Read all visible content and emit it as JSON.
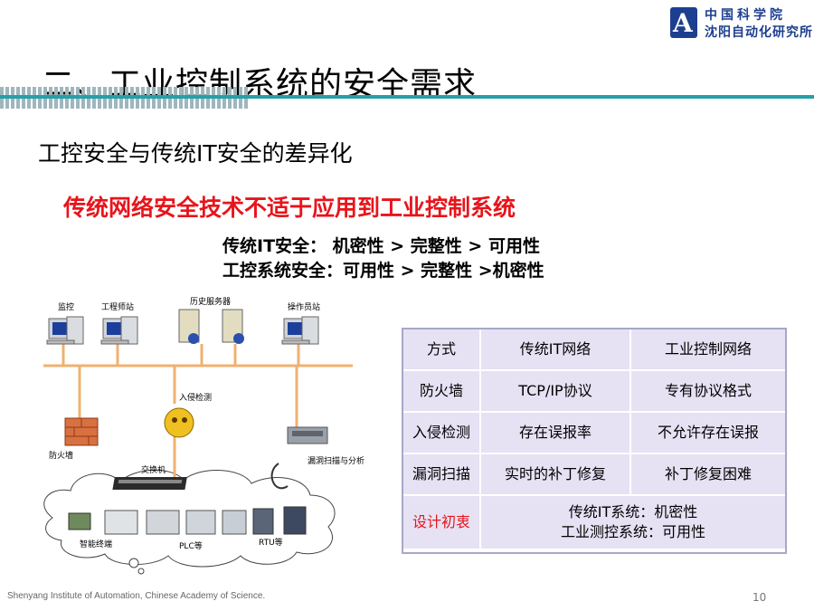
{
  "logo": {
    "line1": "中国科学院",
    "line2": "沈阳自动化研究所",
    "mark": "A"
  },
  "title": "二、工业控制系统的安全需求",
  "subtitle": "工控安全与传统IT安全的差异化",
  "red_heading": "传统网络安全技术不适于应用到工业控制系统",
  "priorities": [
    "传统IT安全：  机密性 > 完整性 > 可用性",
    "工控系统安全：可用性 > 完整性 >机密性"
  ],
  "diagram": {
    "labels": {
      "monitor": "监控",
      "engineer": "工程师站",
      "history": "历史服务器",
      "operator": "操作员站",
      "ids": "入侵检测",
      "firewall": "防火墙",
      "switch": "交换机",
      "scanner": "漏洞扫描与分析",
      "smart_terminal": "智能终端",
      "plc": "PLC等",
      "rtu": "RTU等"
    }
  },
  "table": {
    "headers": [
      "方式",
      "传统IT网络",
      "工业控制网络"
    ],
    "rows": [
      [
        "防火墙",
        "TCP/IP协议",
        "专有协议格式"
      ],
      [
        "入侵检测",
        "存在误报率",
        "不允许存在误报"
      ],
      [
        "漏洞扫描",
        "实时的补丁修复",
        "补丁修复困难"
      ]
    ],
    "design_label": "设计初衷",
    "design_lines": [
      "传统IT系统：机密性",
      "工业测控系统：可用性"
    ]
  },
  "footer": "Shenyang Institute of Automation, Chinese Academy of Science.",
  "page_number": "10",
  "colors": {
    "accent_teal": "#26a0a8",
    "red": "#e8141b",
    "table_fill": "#e6e2f4",
    "logo_blue": "#1d3f8f"
  }
}
